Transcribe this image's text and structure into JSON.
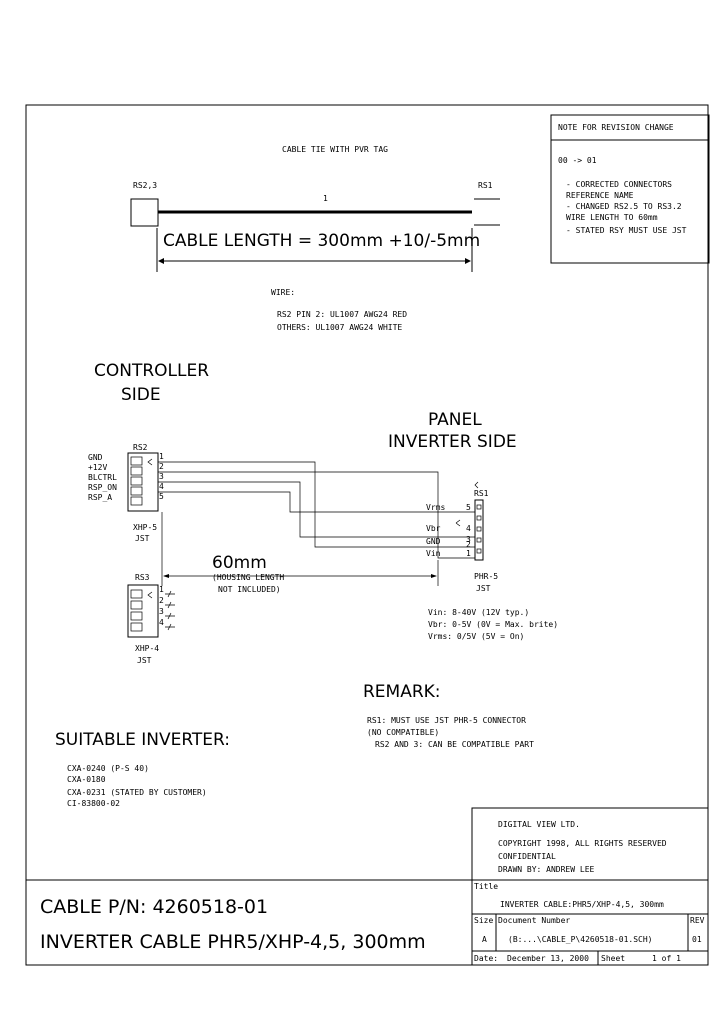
{
  "revision_box": {
    "header": "NOTE FOR REVISION CHANGE",
    "rev_change": "00 -> 01",
    "notes": [
      "- CORRECTED CONNECTORS",
      "  REFERENCE NAME",
      "- CHANGED RS2.5 TO RS3.2",
      "  WIRE LENGTH TO 60mm",
      "- STATED RSY MUST USE JST"
    ]
  },
  "cable": {
    "title": "CABLE TIE WITH PVR TAG",
    "left_connector": "RS2,3",
    "right_connector": "RS1",
    "wire_label": "1",
    "length_label": "CABLE LENGTH = 300mm +10/-5mm"
  },
  "wire_notes": {
    "header": "WIRE:",
    "lines": [
      "RS2 PIN 2: UL1007 AWG24 RED",
      "OTHERS:    UL1007 AWG24 WHITE"
    ]
  },
  "controller": {
    "title_line1": "CONTROLLER",
    "title_line2": "SIDE",
    "rs2_label": "RS2",
    "rs2_signals": [
      "GND",
      "+12V",
      "BLCTRL",
      "RSP_ON",
      "RSP_A"
    ],
    "rs2_pins": [
      "1",
      "2",
      "3",
      "4",
      "5"
    ],
    "rs2_part": "XHP-5",
    "rs2_maker": "JST",
    "rs3_label": "RS3",
    "rs3_pins": [
      "1",
      "2",
      "3",
      "4"
    ],
    "rs3_part": "XHP-4",
    "rs3_maker": "JST"
  },
  "panel": {
    "title_line1": "PANEL",
    "title_line2": "INVERTER SIDE",
    "rs1_label": "RS1",
    "rs1_signals": [
      "Vrms",
      "Vbr",
      "GND",
      "Vin"
    ],
    "rs1_pins": [
      "5",
      "4",
      "3",
      "2",
      "1"
    ],
    "rs1_part": "PHR-5",
    "rs1_maker": "JST",
    "specs": [
      "Vin: 8-40V (12V typ.)",
      "Vbr: 0-5V (0V = Max. brite)",
      "Vrms: 0/5V (5V = On)"
    ]
  },
  "length_note": {
    "value": "60mm",
    "line1": "(HOUSING LENGTH",
    "line2": "NOT INCLUDED)"
  },
  "remark": {
    "title": "REMARK:",
    "lines": [
      "RS1: MUST USE JST PHR-5 CONNECTOR",
      "     (NO COMPATIBLE)",
      "RS2 AND 3: CAN BE COMPATIBLE PART"
    ]
  },
  "suitable": {
    "title": "SUITABLE INVERTER:",
    "items": [
      "CXA-0240 (P-S 40)",
      "CXA-0180",
      "CXA-0231 (STATED BY CUSTOMER)",
      "CI-83800-02"
    ]
  },
  "company": {
    "name": "DIGITAL VIEW LTD.",
    "copyright": "COPYRIGHT 1998, ALL RIGHTS RESERVED",
    "confidential": "CONFIDENTIAL",
    "drawn_by": "DRAWN BY: ANDREW LEE"
  },
  "title_block": {
    "cable_pn": "CABLE P/N: 4260518-01",
    "cable_desc": "INVERTER CABLE PHR5/XHP-4,5, 300mm",
    "title_label": "Title",
    "title_value": "INVERTER CABLE:PHR5/XHP-4,5, 300mm",
    "size_label": "Size",
    "size_value": "A",
    "doc_label": "Document Number",
    "doc_value": "(B:...\\CABLE_P\\4260518-01.SCH)",
    "rev_label": "REV",
    "rev_value": "01",
    "date_label": "Date:",
    "date_value": "December 13, 2000",
    "sheet_label": "Sheet",
    "sheet_value": "1 of 1"
  }
}
